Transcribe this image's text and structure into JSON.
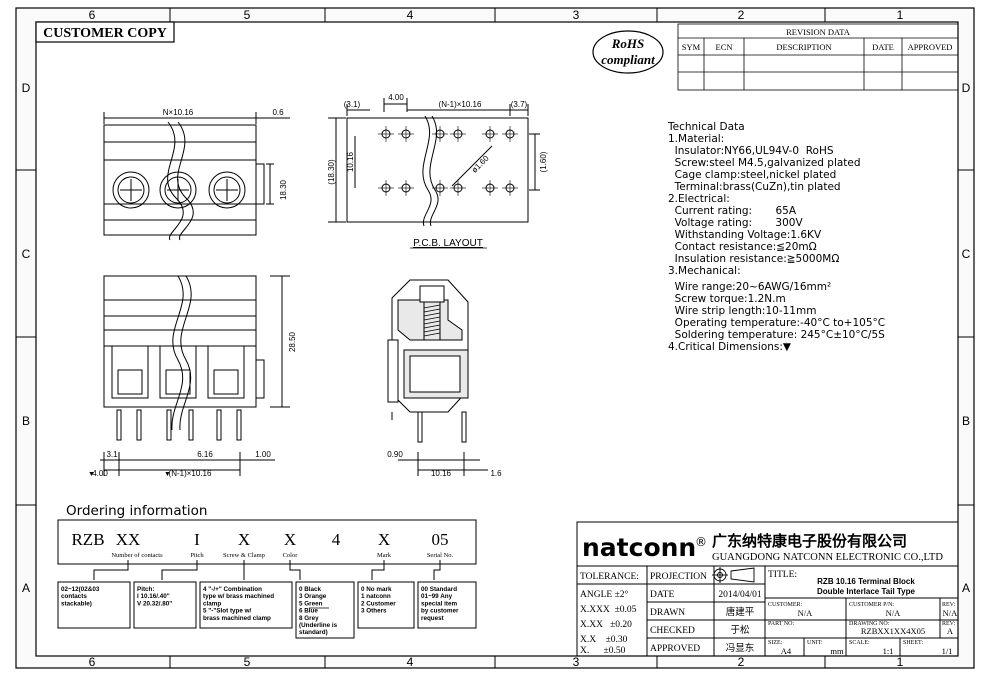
{
  "frame": {
    "top_zones": [
      "6",
      "5",
      "4",
      "3",
      "2",
      "1"
    ],
    "bottom_zones": [
      "6",
      "5",
      "4",
      "3",
      "2",
      "1"
    ],
    "left_rows": [
      "D",
      "C",
      "B",
      "A"
    ],
    "right_rows": [
      "D",
      "C",
      "B",
      "A"
    ]
  },
  "stamp": "CUSTOMER COPY",
  "rohs": {
    "line1": "RoHS",
    "line2": "compliant"
  },
  "revision": {
    "title": "REVISION DATA",
    "headers": [
      "SYM",
      "ECN",
      "DESCRIPTION",
      "DATE",
      "APPROVED"
    ]
  },
  "drawing_labels": {
    "top_width": "N×10.16",
    "top_edge": "0.6",
    "top_height": "18.30",
    "pcb_offset_left": "(3.1)",
    "pcb_pitch_top": "4.00",
    "pcb_span": "(N-1)×10.16",
    "pcb_offset_right": "(3.7)",
    "pcb_height": "(18.30)",
    "pcb_row_pitch": "10.16",
    "pcb_hole": "ø1.60",
    "pcb_right": "(1.60)",
    "pcb_title": "P.C.B. LAYOUT",
    "front_height": "28.50",
    "front_pin_a": "3.1",
    "front_pin_b": "6.16",
    "front_pin_c": "1.00",
    "front_base_left": "4.00",
    "front_base_span": "(N-1)×10.16",
    "side_pin": "0.90",
    "side_pitch": "10.16",
    "side_pin_w": "1.6"
  },
  "tech": {
    "title": "Technical Data",
    "lines": [
      "1.Material:",
      "  Insulator:NY66,UL94V-0  RoHS",
      "  Screw:steel M4.5,galvanized plated",
      "  Cage clamp:steel,nickel plated",
      "  Terminal:brass(CuZn),tin plated",
      "2.Electrical:",
      "  Current rating:       65A",
      "  Voltage rating:       300V",
      "  Withstanding Voltage:1.6KV",
      "  Contact resistance:≦20mΩ",
      "  Insulation resistance:≧5000MΩ",
      "3.Mechanical:",
      "  Wire range:20~6AWG/16mm²",
      "  Screw torque:1.2N.m",
      "  Wire strip length:10-11mm",
      "  Operating temperature:-40°C to+105°C",
      "  Soldering temperature: 245°C±10°C/5S",
      "4.Critical Dimensions:▼"
    ]
  },
  "ordering": {
    "title": "Ordering information",
    "codes": [
      "RZB",
      "XX",
      "I",
      "X",
      "X",
      "4",
      "X",
      "05"
    ],
    "captions": [
      "Number of contacts",
      "Pitch",
      "Screw & Clamp",
      "Color",
      "Mark",
      "Serial No."
    ],
    "boxes": [
      "02~12(02&03\ncontacts\nstackable)",
      "Pitch:\nI 10.16/.40\"\nV 20.32/.80\"",
      "4 \"-/+\" Combination\ntype w/ brass machined\nclamp\n5 \"-\"Slot type w/\nbrass machined clamp",
      "0 Black\n3 Orange\n5 Green\n6 Blue\n8 Grey\n(Underline is\nstandard)",
      "0 No mark\n1 natconn\n2 Customer\n3 Others",
      "00 Standard\n01~99 Any\nspecial item\nby customer\nrequest"
    ]
  },
  "titleblock": {
    "brand": "natconn",
    "reg": "®",
    "company_cn": "广东纳特康电子股份有限公司",
    "company_en": "GUANGDONG NATCONN ELECTRONIC CO.,LTD",
    "tolerance_label": "TOLERANCE:",
    "projection_label": "PROJECTION",
    "title_label": "TITLE:",
    "title_line1": "RZB 10.16 Terminal Block",
    "title_line2": "Double Interlace Tail Type",
    "tolerances": [
      "ANGLE ±2°",
      "X.XXX  ±0.05",
      "X.XX   ±0.20",
      "X.X    ±0.30",
      "X.      ±0.50"
    ],
    "date_label": "DATE",
    "date_value": "2014/04/01",
    "drawn_label": "DRAWN",
    "drawn_value": "唐建平",
    "checked_label": "CHECKED",
    "checked_value": "于松",
    "approved_label": "APPROVED",
    "approved_value": "冯显东",
    "customer_label": "CUSTOMER:",
    "customer_value": "N/A",
    "customer_pn_label": "CUSTOMER P/N:",
    "customer_pn_value": "N/A",
    "rev_label": "REV:",
    "rev_value_top": "N/A",
    "part_no_label": "PART NO:",
    "drawing_no_label": "DRAWING NO:",
    "drawing_no_value": "RZBXX1XX4X05",
    "rev_value": "A",
    "size_label": "SIZE:",
    "size_value": "A4",
    "unit_label": "UNIT:",
    "unit_value": "mm",
    "scale_label": "SCALE:",
    "scale_value": "1:1",
    "sheet_label": "SHEET:",
    "sheet_value": "1/1"
  }
}
